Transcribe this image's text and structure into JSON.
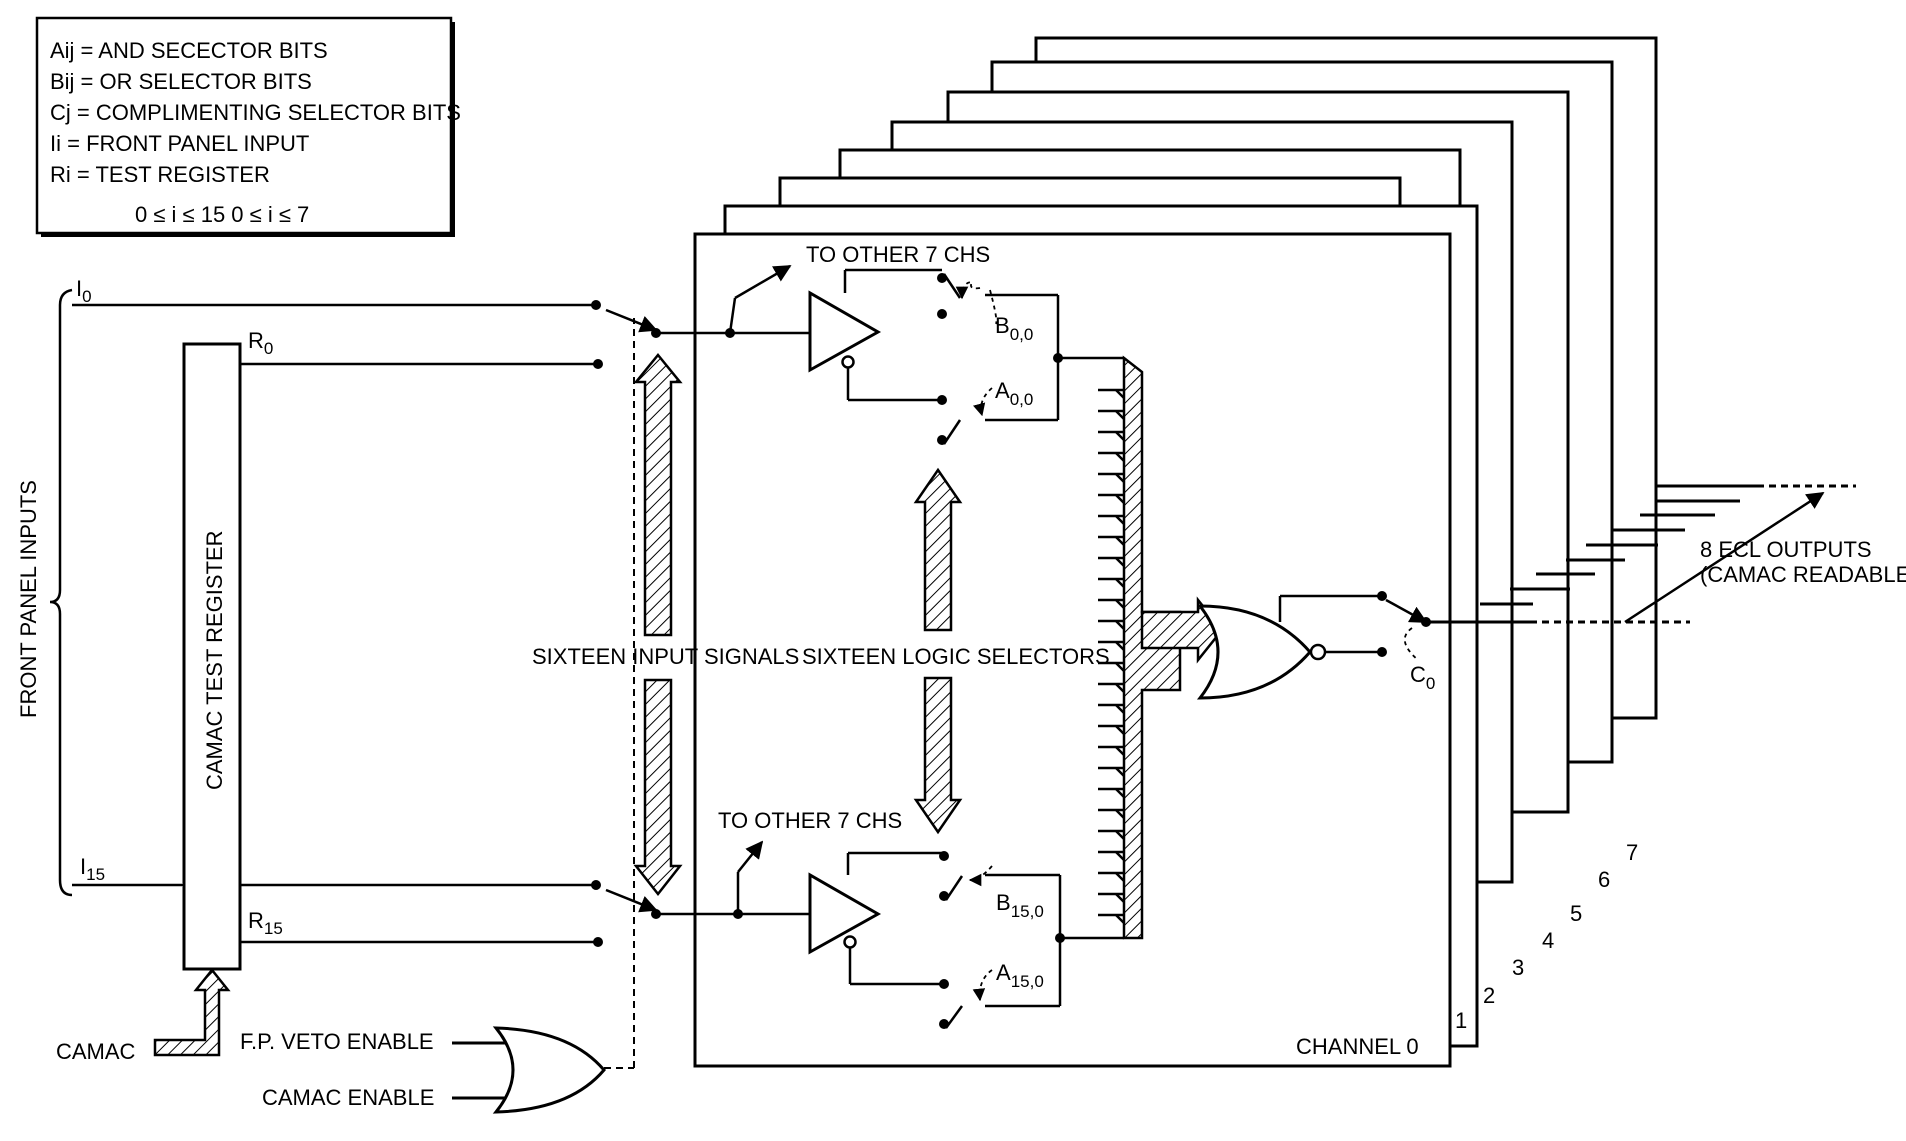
{
  "legend": {
    "lines": [
      "Aij =  AND SECECTOR BITS",
      "Bij =  OR SELECTOR BITS",
      "Cj =  COMPLIMENTING SELECTOR BITS",
      "Ii =  FRONT PANEL INPUT",
      "Ri =  TEST REGISTER"
    ],
    "range": "0 ≤ i ≤ 15    0 ≤ i ≤ 7"
  },
  "labels": {
    "front_panel_inputs": "FRONT PANEL INPUTS",
    "camac_test_register": "CAMAC TEST REGISTER",
    "camac": "CAMAC",
    "fp_veto_enable": "F.P. VETO ENABLE",
    "camac_enable": "CAMAC ENABLE",
    "sixteen_input_signals": "SIXTEEN INPUT SIGNALS",
    "sixteen_logic_selectors": "SIXTEEN LOGIC SELECTORS",
    "to_other_chs_top": "TO OTHER 7 CHS",
    "to_other_chs_bottom": "TO OTHER 7 CHS",
    "channel": "CHANNEL  0",
    "ecl_outputs_1": "8 ECL OUTPUTS",
    "ecl_outputs_2": "(CAMAC READABLE)"
  },
  "signals": {
    "i0": "I",
    "i0_sub": "0",
    "i15": "I",
    "i15_sub": "15",
    "r0": "R",
    "r0_sub": "0",
    "r15": "R",
    "r15_sub": "15",
    "b00": "B",
    "b00_sub": "0,0",
    "a00": "A",
    "a00_sub": "0,0",
    "b150": "B",
    "b150_sub": "15,0",
    "a150": "A",
    "a150_sub": "15,0",
    "c0": "C",
    "c0_sub": "0"
  },
  "channel_numbers": [
    "1",
    "2",
    "3",
    "4",
    "5",
    "6",
    "7"
  ]
}
